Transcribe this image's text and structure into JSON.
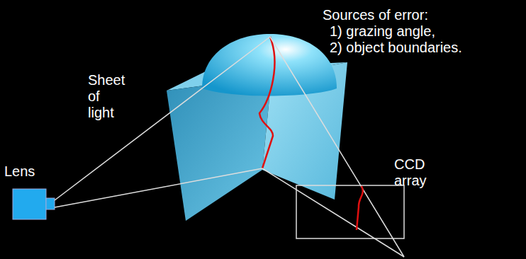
{
  "diagram": {
    "labels": [
      "Sources of error:",
      "1) grazing angle,",
      "2) object boundaries.",
      "Sheet of light",
      "Lens",
      "CCD array"
    ]
  }
}
